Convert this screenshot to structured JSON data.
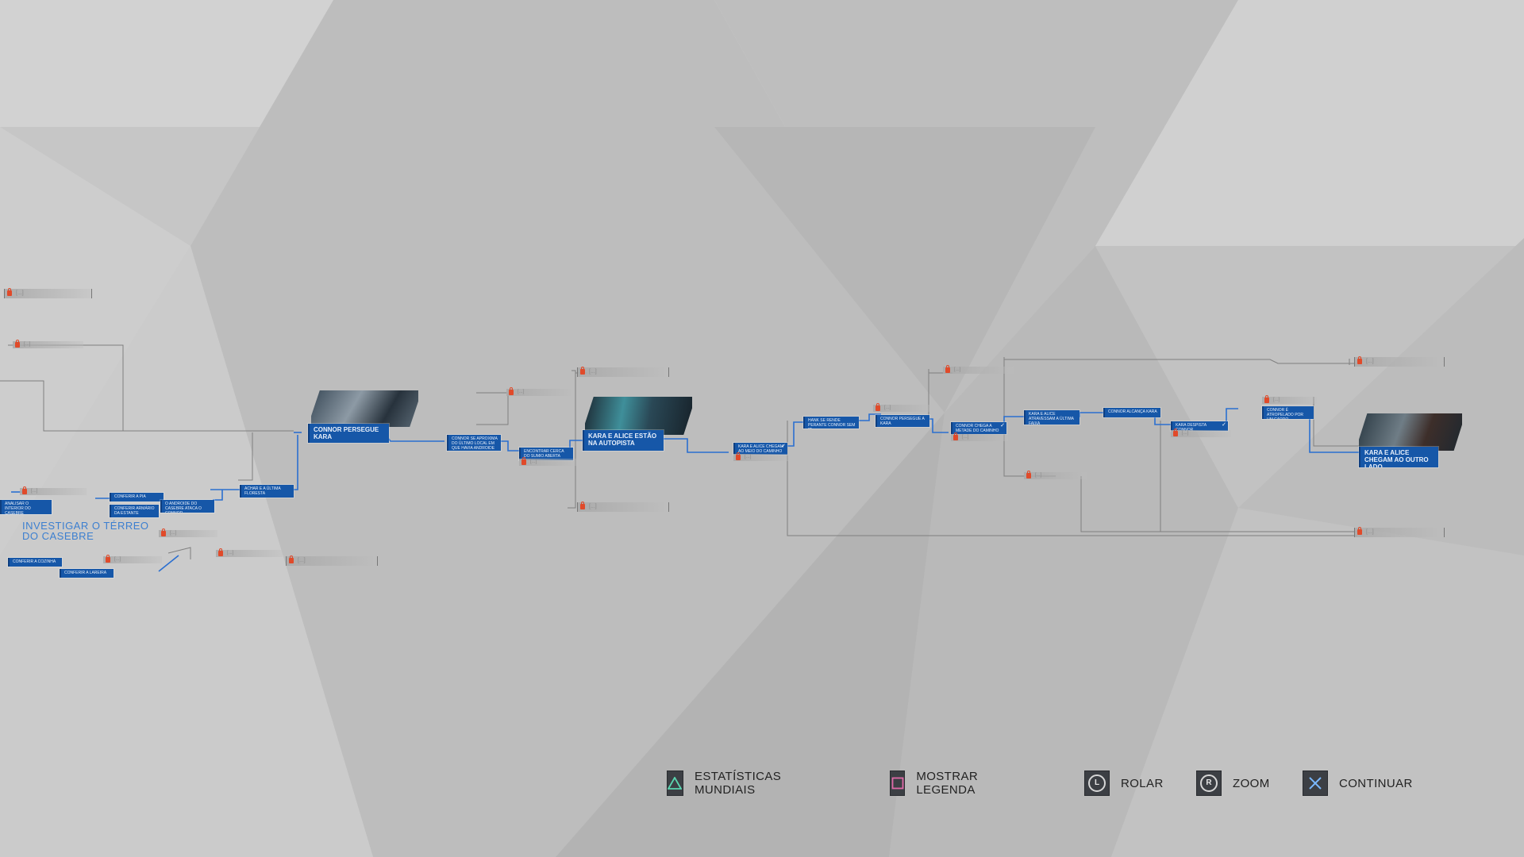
{
  "colors": {
    "node_blue": "#1657a8",
    "line_blue": "#2a6fd0",
    "line_gray": "#7a7a7a",
    "lock_red": "#e04a2a",
    "triangle_icon": "#5ad6b0",
    "square_icon": "#e06aa8",
    "cross_icon": "#7ab8ff"
  },
  "objective": {
    "line1": "INVESTIGAR O TÉRREO",
    "line2": "DO CASEBRE"
  },
  "locked_label": "[...]",
  "locked_short": "[...]",
  "chapters": {
    "connor_chase": "CONNOR PERSEGUE KARA",
    "highway": "KARA E ALICE ESTÃO NA AUTOPISTA",
    "other_side": "KARA E ALICE CHEGAM AO OUTRO LADO"
  },
  "nodes": {
    "left_a": "ANALISAR O INTERIOR DO CASEBRE",
    "left_b": "CONFERIR A PIA",
    "left_c": "CONFERIR ARMÁRIO DA ESTANTE",
    "left_d": "O ANDROIDE DO CASEBRE ATACA O CONNOR",
    "left_e": "ACHAR E A ÚLTIMA FLORESTA",
    "left_f": "CONFERIR A COZINHA",
    "left_g": "CONFERIR A LAREIRA",
    "mid_a": "CONNOR SE APROXIMA DO ÚLTIMO LOCAL EM QUE HAVIA ANDROIDE",
    "mid_b": "ENCONTRAR CERCA DO SUMIO ABERTA",
    "right_a": "KARA E ALICE CHEGAM AO MEIO DO CAMINHO",
    "right_b": "HANK SE RENDE PERANTE CONNOR SEM IR",
    "right_c": "CONNOR PERSEGUE A KARA",
    "right_d": "CONNOR CHEGA A METADE DO CAMINHO",
    "right_e": "KARA E ALICE ATRAVESSAM A ÚLTIMA FAIXA",
    "right_f": "CONNOR ALCANÇA KARA",
    "right_g": "KARA DESPISTA CONNOR",
    "right_h": "CONNOR É ATROPELADO POR UM CARRO"
  },
  "controls": [
    {
      "icon": "triangle-icon",
      "label": "ESTATÍSTICAS MUNDIAIS"
    },
    {
      "icon": "square-icon",
      "label": "MOSTRAR LEGENDA"
    },
    {
      "icon": "left-stick-icon",
      "glyph": "L",
      "label": "ROLAR"
    },
    {
      "icon": "right-stick-icon",
      "glyph": "R",
      "label": "ZOOM"
    },
    {
      "icon": "cross-icon",
      "label": "CONTINUAR"
    }
  ]
}
